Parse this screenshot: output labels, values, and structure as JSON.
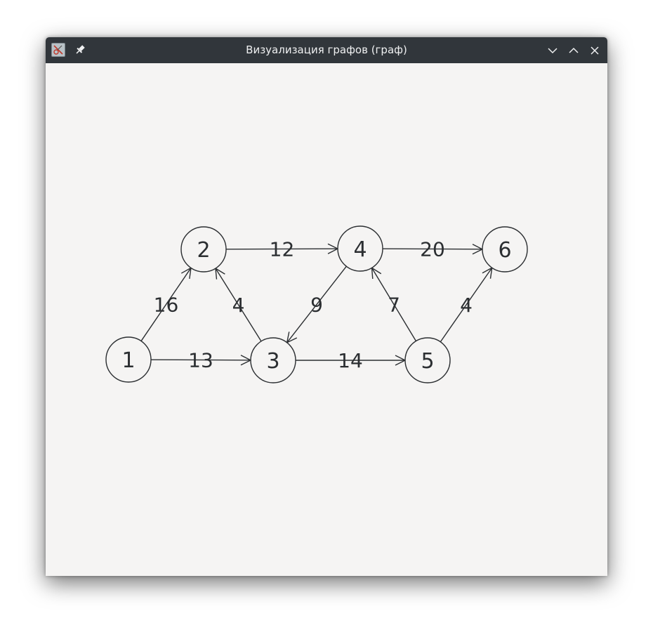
{
  "window": {
    "title": "Визуализация графов (граф)",
    "icons": {
      "app": "graph-app-icon",
      "pin": "pin-icon",
      "minimize": "chevron-down-icon",
      "maximize": "chevron-up-icon",
      "close": "close-icon"
    }
  },
  "graph": {
    "directed": true,
    "nodes": [
      {
        "id": "1",
        "label": "1"
      },
      {
        "id": "2",
        "label": "2"
      },
      {
        "id": "3",
        "label": "3"
      },
      {
        "id": "4",
        "label": "4"
      },
      {
        "id": "5",
        "label": "5"
      },
      {
        "id": "6",
        "label": "6"
      }
    ],
    "edges": [
      {
        "from": "1",
        "to": "2",
        "weight": "16"
      },
      {
        "from": "1",
        "to": "3",
        "weight": "13"
      },
      {
        "from": "2",
        "to": "4",
        "weight": "12"
      },
      {
        "from": "3",
        "to": "2",
        "weight": "4"
      },
      {
        "from": "3",
        "to": "5",
        "weight": "14"
      },
      {
        "from": "4",
        "to": "3",
        "weight": "9"
      },
      {
        "from": "4",
        "to": "6",
        "weight": "20"
      },
      {
        "from": "5",
        "to": "4",
        "weight": "7"
      },
      {
        "from": "5",
        "to": "6",
        "weight": "4"
      }
    ]
  }
}
